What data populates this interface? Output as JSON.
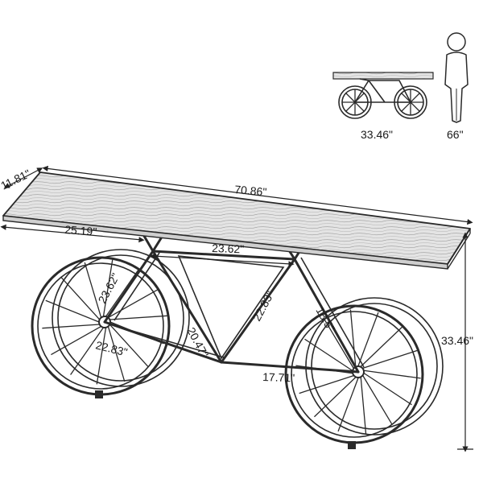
{
  "scale_reference": {
    "table_height_label": "33.46\"",
    "person_height_label": "66\""
  },
  "dimensions": {
    "depth": "11.81\"",
    "length": "70.86\"",
    "left_overhang": "25.19\"",
    "top_bar": "23.62\"",
    "front_strut": "23.62\"",
    "down_tube": "20.47\"",
    "seat_tube": "22.83\"",
    "front_wheel_to_base": "22.83\"",
    "rear_stay": "18.5\"",
    "bottom_bar": "17.71\"",
    "height": "33.46\""
  },
  "colors": {
    "line": "#2a2a2a",
    "wood": "#d9d9d9"
  }
}
